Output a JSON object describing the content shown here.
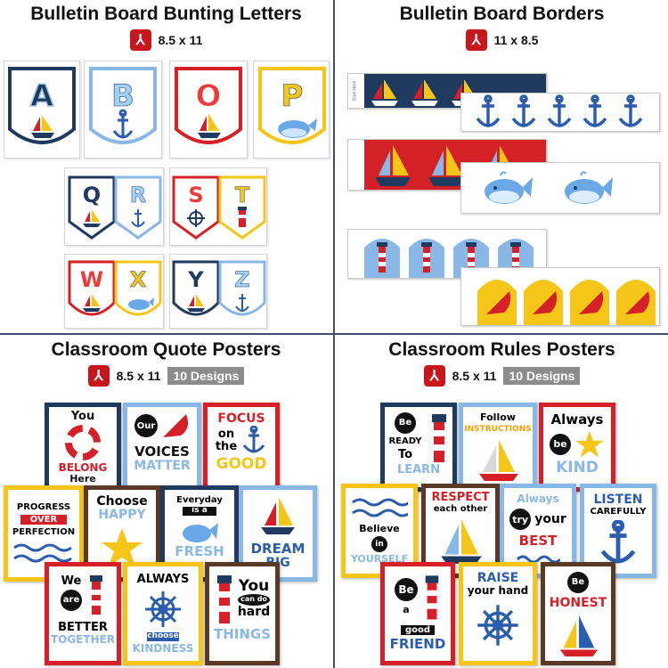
{
  "bunting": {
    "title": "Bulletin Board Bunting Letters",
    "size": "8.5 x 11"
  },
  "borders": {
    "title": "Bulletin Board Borders",
    "size": "11 x 8.5",
    "glue_text": "Glue Here"
  },
  "quotes": {
    "title": "Classroom Quote Posters",
    "size": "8.5 x 11",
    "badge": "10 Designs"
  },
  "rules": {
    "title": "Classroom Rules Posters",
    "size": "8.5 x 11",
    "badge": "10 Designs"
  },
  "letters": {
    "a": "A",
    "b": "B",
    "o": "O",
    "p": "P",
    "q": "Q",
    "r": "R",
    "s": "S",
    "t": "T",
    "w": "W",
    "x": "X",
    "y": "Y",
    "z": "Z"
  },
  "quote_posters": {
    "belong": [
      "You",
      "BELONG",
      "Here"
    ],
    "voices": [
      "Our",
      "VOICES",
      "MATTER"
    ],
    "focus": [
      "FOCUS",
      "on",
      "the",
      "GOOD"
    ],
    "progress": [
      "PROGRESS",
      "OVER",
      "PERFECTION"
    ],
    "happy": [
      "Choose",
      "HAPPY"
    ],
    "fresh": [
      "Everyday",
      "is a",
      "FRESH"
    ],
    "dream": [
      "DREAM",
      "BIG"
    ],
    "together": [
      "We",
      "are",
      "BETTER",
      "TOGETHER"
    ],
    "kindness": [
      "ALWAYS",
      "choose",
      "KINDNESS"
    ],
    "things": [
      "You",
      "can do",
      "hard",
      "THINGS"
    ]
  },
  "rule_posters": {
    "ready": [
      "Be",
      "READY",
      "To",
      "LEARN"
    ],
    "instructions": [
      "Follow",
      "INSTRUCTIONS"
    ],
    "kind": [
      "Always",
      "be",
      "KIND"
    ],
    "believe": [
      "Believe",
      "in",
      "YOURSELF"
    ],
    "respect": [
      "RESPECT",
      "each other"
    ],
    "best": [
      "Always",
      "try",
      "your",
      "BEST"
    ],
    "listen": [
      "LISTEN",
      "CAREFULLY"
    ],
    "friend": [
      "Be",
      "a",
      "good",
      "FRIEND"
    ],
    "raise": [
      "RAISE",
      "your hand"
    ],
    "honest": [
      "Be",
      "HONEST"
    ]
  },
  "colors": {
    "navy": "#1f3a5f",
    "red": "#d62027",
    "yellow": "#f5c518",
    "lightblue": "#8ab8e6",
    "brown": "#5a3a26"
  }
}
